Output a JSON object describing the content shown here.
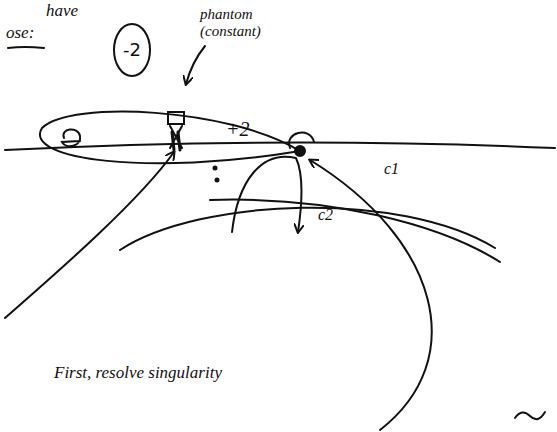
{
  "diagram": {
    "nodes": [
      {
        "text": [
          "-2"
        ]
      }
    ],
    "labels": [
      "have",
      "ose:",
      "phantom (constant)",
      "+2",
      "c1",
      "c2",
      "First, resolve singularity"
    ]
  }
}
